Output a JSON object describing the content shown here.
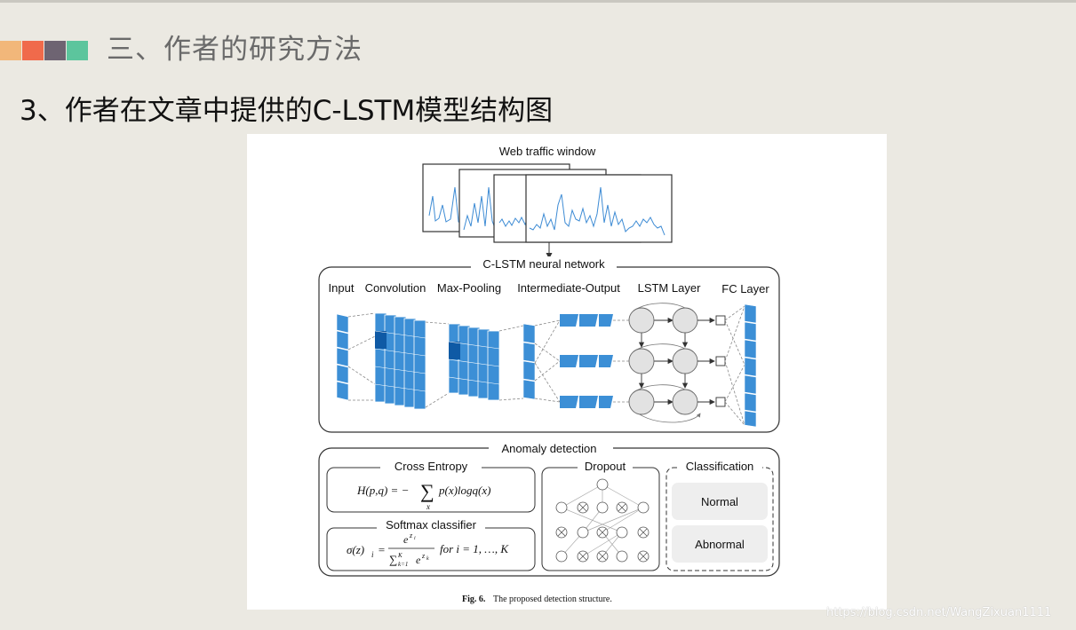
{
  "slide": {
    "section_title": "三、作者的研究方法",
    "subtitle": "3、作者在文章中提供的C-LSTM模型结构图",
    "accent_colors": [
      "#f2b77a",
      "#f06a4b",
      "#6e6472",
      "#5cc59d"
    ],
    "watermark": "https://blog.csdn.net/WangZixuan1111"
  },
  "figure": {
    "window_title": "Web traffic window",
    "network_title": "C-LSTM neural network",
    "layers": [
      "Input",
      "Convolution",
      "Max-Pooling",
      "Intermediate-Output",
      "LSTM Layer",
      "FC Layer"
    ],
    "anomaly_title": "Anomaly detection",
    "cross_entropy": {
      "title": "Cross Entropy",
      "lhs": "H(p,q) = −",
      "sum": "∑",
      "sub": "x",
      "rhs": "p(x)logq(x)"
    },
    "softmax": {
      "title": "Softmax classifier",
      "lhs": "σ(z)",
      "lhs_sub": "i",
      "eq": "=",
      "num": "e",
      "num_sup": "z",
      "num_sup_sub": "i",
      "den": "∑",
      "den_sup": "K",
      "den_sub": "k=1",
      "den_e": "e",
      "den_e_sup": "z",
      "den_e_sup_sub": "k",
      "rhs": "for i = 1, …, K"
    },
    "dropout_title": "Dropout",
    "classification": {
      "title": "Classification",
      "options": [
        "Normal",
        "Abnormal"
      ]
    },
    "caption_label": "Fig. 6.",
    "caption_text": "The proposed detection structure."
  }
}
